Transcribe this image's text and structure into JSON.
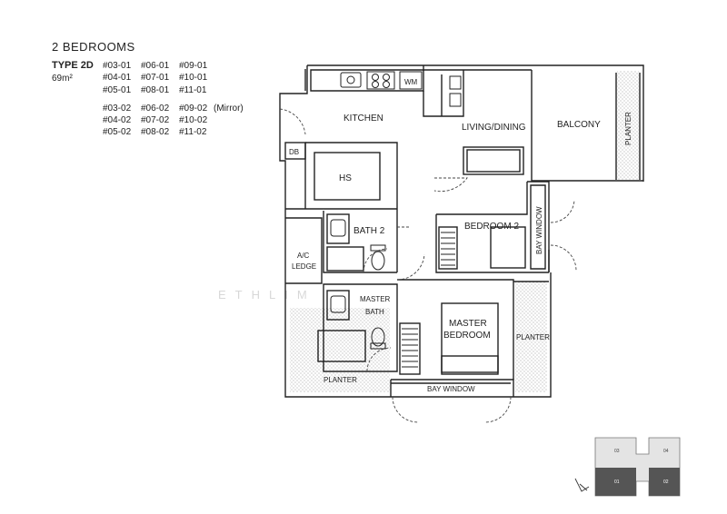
{
  "header": {
    "title": "2  BEDROOMS",
    "type_name": "TYPE 2D",
    "area": "69m²"
  },
  "units": {
    "rows": [
      [
        "#03-01",
        "#06-01",
        "#09-01"
      ],
      [
        "#04-01",
        "#07-01",
        "#10-01"
      ],
      [
        "#05-01",
        "#08-01",
        "#11-01"
      ]
    ],
    "mirror_rows": [
      [
        "#03-02",
        "#06-02",
        "#09-02"
      ],
      [
        "#04-02",
        "#07-02",
        "#10-02"
      ],
      [
        "#05-02",
        "#08-02",
        "#11-02"
      ]
    ],
    "mirror_label": "(Mirror)"
  },
  "rooms": {
    "kitchen": "KITCHEN",
    "living_dining": "LIVING/DINING",
    "balcony": "BALCONY",
    "planter_balcony": "PLANTER",
    "db": "DB",
    "wm": "WM",
    "hs": "HS",
    "bath2": "BATH  2",
    "bedroom2": "BEDROOM  2",
    "bay_window_side": "BAY WINDOW",
    "ac_ledge_1": "A/C",
    "ac_ledge_2": "LEDGE",
    "master_bath_1": "MASTER",
    "master_bath_2": "BATH",
    "master_bedroom_1": "MASTER",
    "master_bedroom_2": "BEDROOM",
    "planter_right": "PLANTER",
    "planter_bottom": "PLANTER",
    "bay_window_bottom": "BAY WINDOW"
  },
  "watermark": "ETHLIM",
  "key_plan": {
    "labels": [
      "03",
      "04",
      "01",
      "02"
    ]
  }
}
